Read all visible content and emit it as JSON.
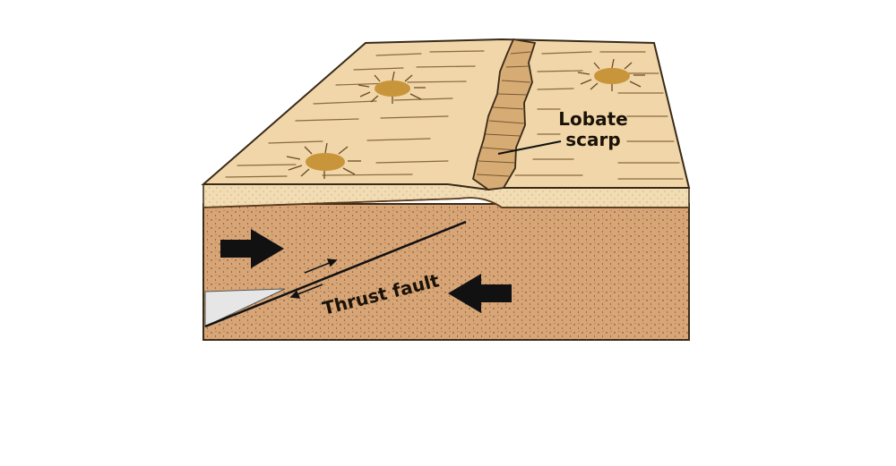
{
  "labels": {
    "scarp": [
      "Lobate",
      "scarp"
    ],
    "fault": "Thrust fault"
  },
  "colors": {
    "surface": "#f0d6a8",
    "surface_line": "#8a6a3e",
    "crust_top": "#f2dcb4",
    "crust_body": "#d8a577",
    "ice": "#e6e6e6",
    "scarp_face": "#d6ac74",
    "crater": "#c8953a",
    "arrow": "#111111",
    "outline": "#3a2a18"
  },
  "icons": {
    "left_arrow": "compression-arrow-right-icon",
    "right_arrow": "compression-arrow-left-icon",
    "slip": "slip-direction-arrows-icon",
    "crater": "crater-icon"
  }
}
